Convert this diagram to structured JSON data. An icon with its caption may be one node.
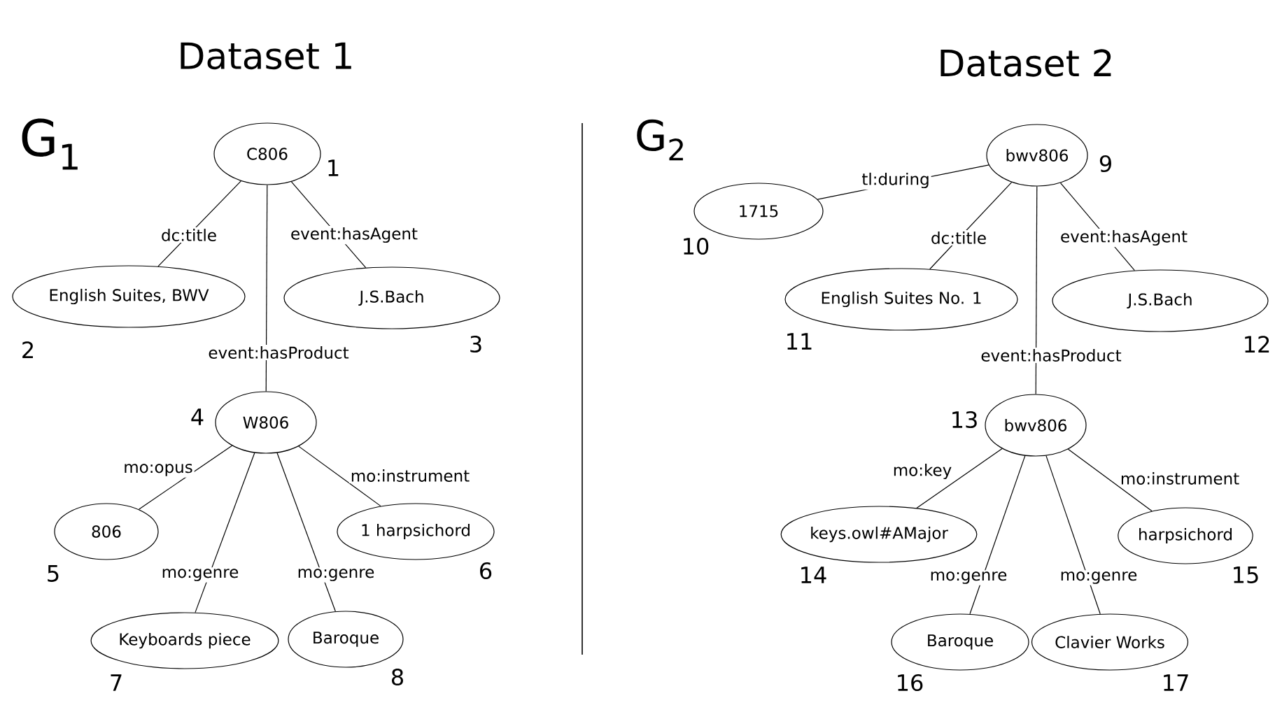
{
  "diagram": {
    "nodes": [
      {
        "text": [
          "C806"
        ],
        "beside": [
          "1"
        ]
      },
      {
        "text": [
          "English Suites, BWV"
        ],
        "beside": [
          "2"
        ]
      },
      {
        "text": [
          "J.S.Bach"
        ],
        "beside": [
          "3"
        ]
      },
      {
        "text": [
          "W806"
        ],
        "beside": [
          "4"
        ]
      },
      {
        "text": [
          "806"
        ],
        "beside": [
          "5"
        ]
      },
      {
        "text": [
          "1 harpsichord"
        ],
        "beside": [
          "6"
        ]
      },
      {
        "text": [
          "Keyboards piece"
        ],
        "beside": [
          "7"
        ]
      },
      {
        "text": [
          "Baroque"
        ],
        "beside": [
          "8"
        ]
      },
      {
        "text": [
          "bwv806"
        ],
        "beside": [
          "9"
        ]
      },
      {
        "text": [
          "1715"
        ],
        "beside": [
          "10"
        ]
      },
      {
        "text": [
          "English Suites No. 1"
        ],
        "beside": [
          "11"
        ]
      },
      {
        "text": [
          "J.S.Bach"
        ],
        "beside": [
          "12"
        ]
      },
      {
        "text": [
          "bwv806"
        ],
        "beside": [
          "13"
        ]
      },
      {
        "text": [
          "keys.owl#AMajor"
        ],
        "beside": [
          "14"
        ]
      },
      {
        "text": [
          "harpsichord"
        ],
        "beside": [
          "15"
        ]
      },
      {
        "text": [
          "Baroque"
        ],
        "beside": [
          "16"
        ]
      },
      {
        "text": [
          "Clavier Works"
        ],
        "beside": [
          "17"
        ]
      }
    ],
    "edges": [
      {
        "from": 0,
        "to": 1,
        "arrow": "none",
        "label": "dc:title"
      },
      {
        "from": 0,
        "to": 2,
        "arrow": "none",
        "label": "event:hasAgent"
      },
      {
        "from": 0,
        "to": 3,
        "arrow": "none",
        "label": "event:hasProduct"
      },
      {
        "from": 3,
        "to": 4,
        "arrow": "none",
        "label": "mo:opus"
      },
      {
        "from": 3,
        "to": 5,
        "arrow": "none",
        "label": "mo:instrument"
      },
      {
        "from": 3,
        "to": 6,
        "arrow": "none",
        "label": "mo:genre"
      },
      {
        "from": 3,
        "to": 7,
        "arrow": "none",
        "label": "mo:genre"
      },
      {
        "from": 8,
        "to": 9,
        "arrow": "none",
        "label": "tl:during"
      },
      {
        "from": 8,
        "to": 10,
        "arrow": "none",
        "label": "dc:title"
      },
      {
        "from": 8,
        "to": 11,
        "arrow": "none",
        "label": "event:hasAgent"
      },
      {
        "from": 8,
        "to": 12,
        "arrow": "none",
        "label": "event:hasProduct"
      },
      {
        "from": 12,
        "to": 13,
        "arrow": "none",
        "label": "mo:key"
      },
      {
        "from": 12,
        "to": 14,
        "arrow": "none",
        "label": "mo:instrument"
      },
      {
        "from": 12,
        "to": 15,
        "arrow": "none",
        "label": "mo:genre"
      },
      {
        "from": 12,
        "to": 16,
        "arrow": "none",
        "label": "mo:genre"
      }
    ],
    "labels": [
      "Dataset 1",
      "Dataset 2",
      "G$_{1}$",
      "G$_{2}$"
    ]
  }
}
